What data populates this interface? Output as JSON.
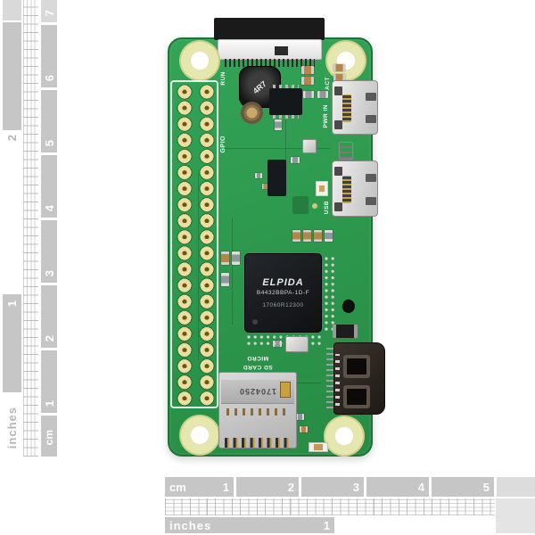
{
  "colors": {
    "pcb_green": "#2f9b4f",
    "pcb_edge": "#1c7439",
    "ruler_gray": "#c6c6c6",
    "ruler_light_gray": "#d9d9d9",
    "gold_pad": "#ecdf9d",
    "mount_ring": "#e6e7ae"
  },
  "rulers": {
    "left": {
      "cm_numbers": [
        "7",
        "6",
        "5",
        "4",
        "3",
        "2",
        "1"
      ],
      "cm_label": "cm",
      "inch_numbers": [
        "2",
        "1"
      ],
      "inch_label": "inches"
    },
    "bottom": {
      "cm_label": "cm",
      "cm_numbers": [
        "1",
        "2",
        "3",
        "4",
        "5"
      ],
      "inch_label": "inches",
      "inch_numbers": [
        "1"
      ]
    }
  },
  "board": {
    "silkscreen": {
      "run": "RUN",
      "act": "ACT",
      "gpio": "GPIO",
      "pwr_in": "PWR IN",
      "usb": "USB",
      "micro_sd_line1": "MICRO",
      "micro_sd_line2": "SD CARD"
    },
    "markings": {
      "inductor": "4R7",
      "ram_brand": "ELPIDA",
      "ram_part": "B4432BBPA-1D-F",
      "ram_lot": "17060R12300",
      "sd_slot": "1704250"
    }
  }
}
